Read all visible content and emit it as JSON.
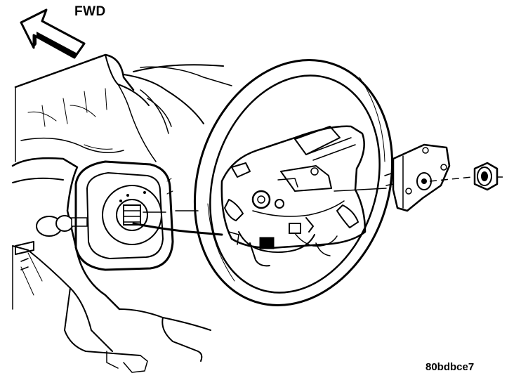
{
  "direction_label": "FWD",
  "figure_id": "80bdbce7",
  "colors": {
    "ink": "#000000",
    "paper": "#ffffff"
  },
  "parts": {
    "arrow": "direction-arrow",
    "wheel": "steering-wheel",
    "column": "steering-column",
    "clockspring": "clockspring",
    "nut": "retaining-nut",
    "bracket": "airbag-bracket"
  }
}
